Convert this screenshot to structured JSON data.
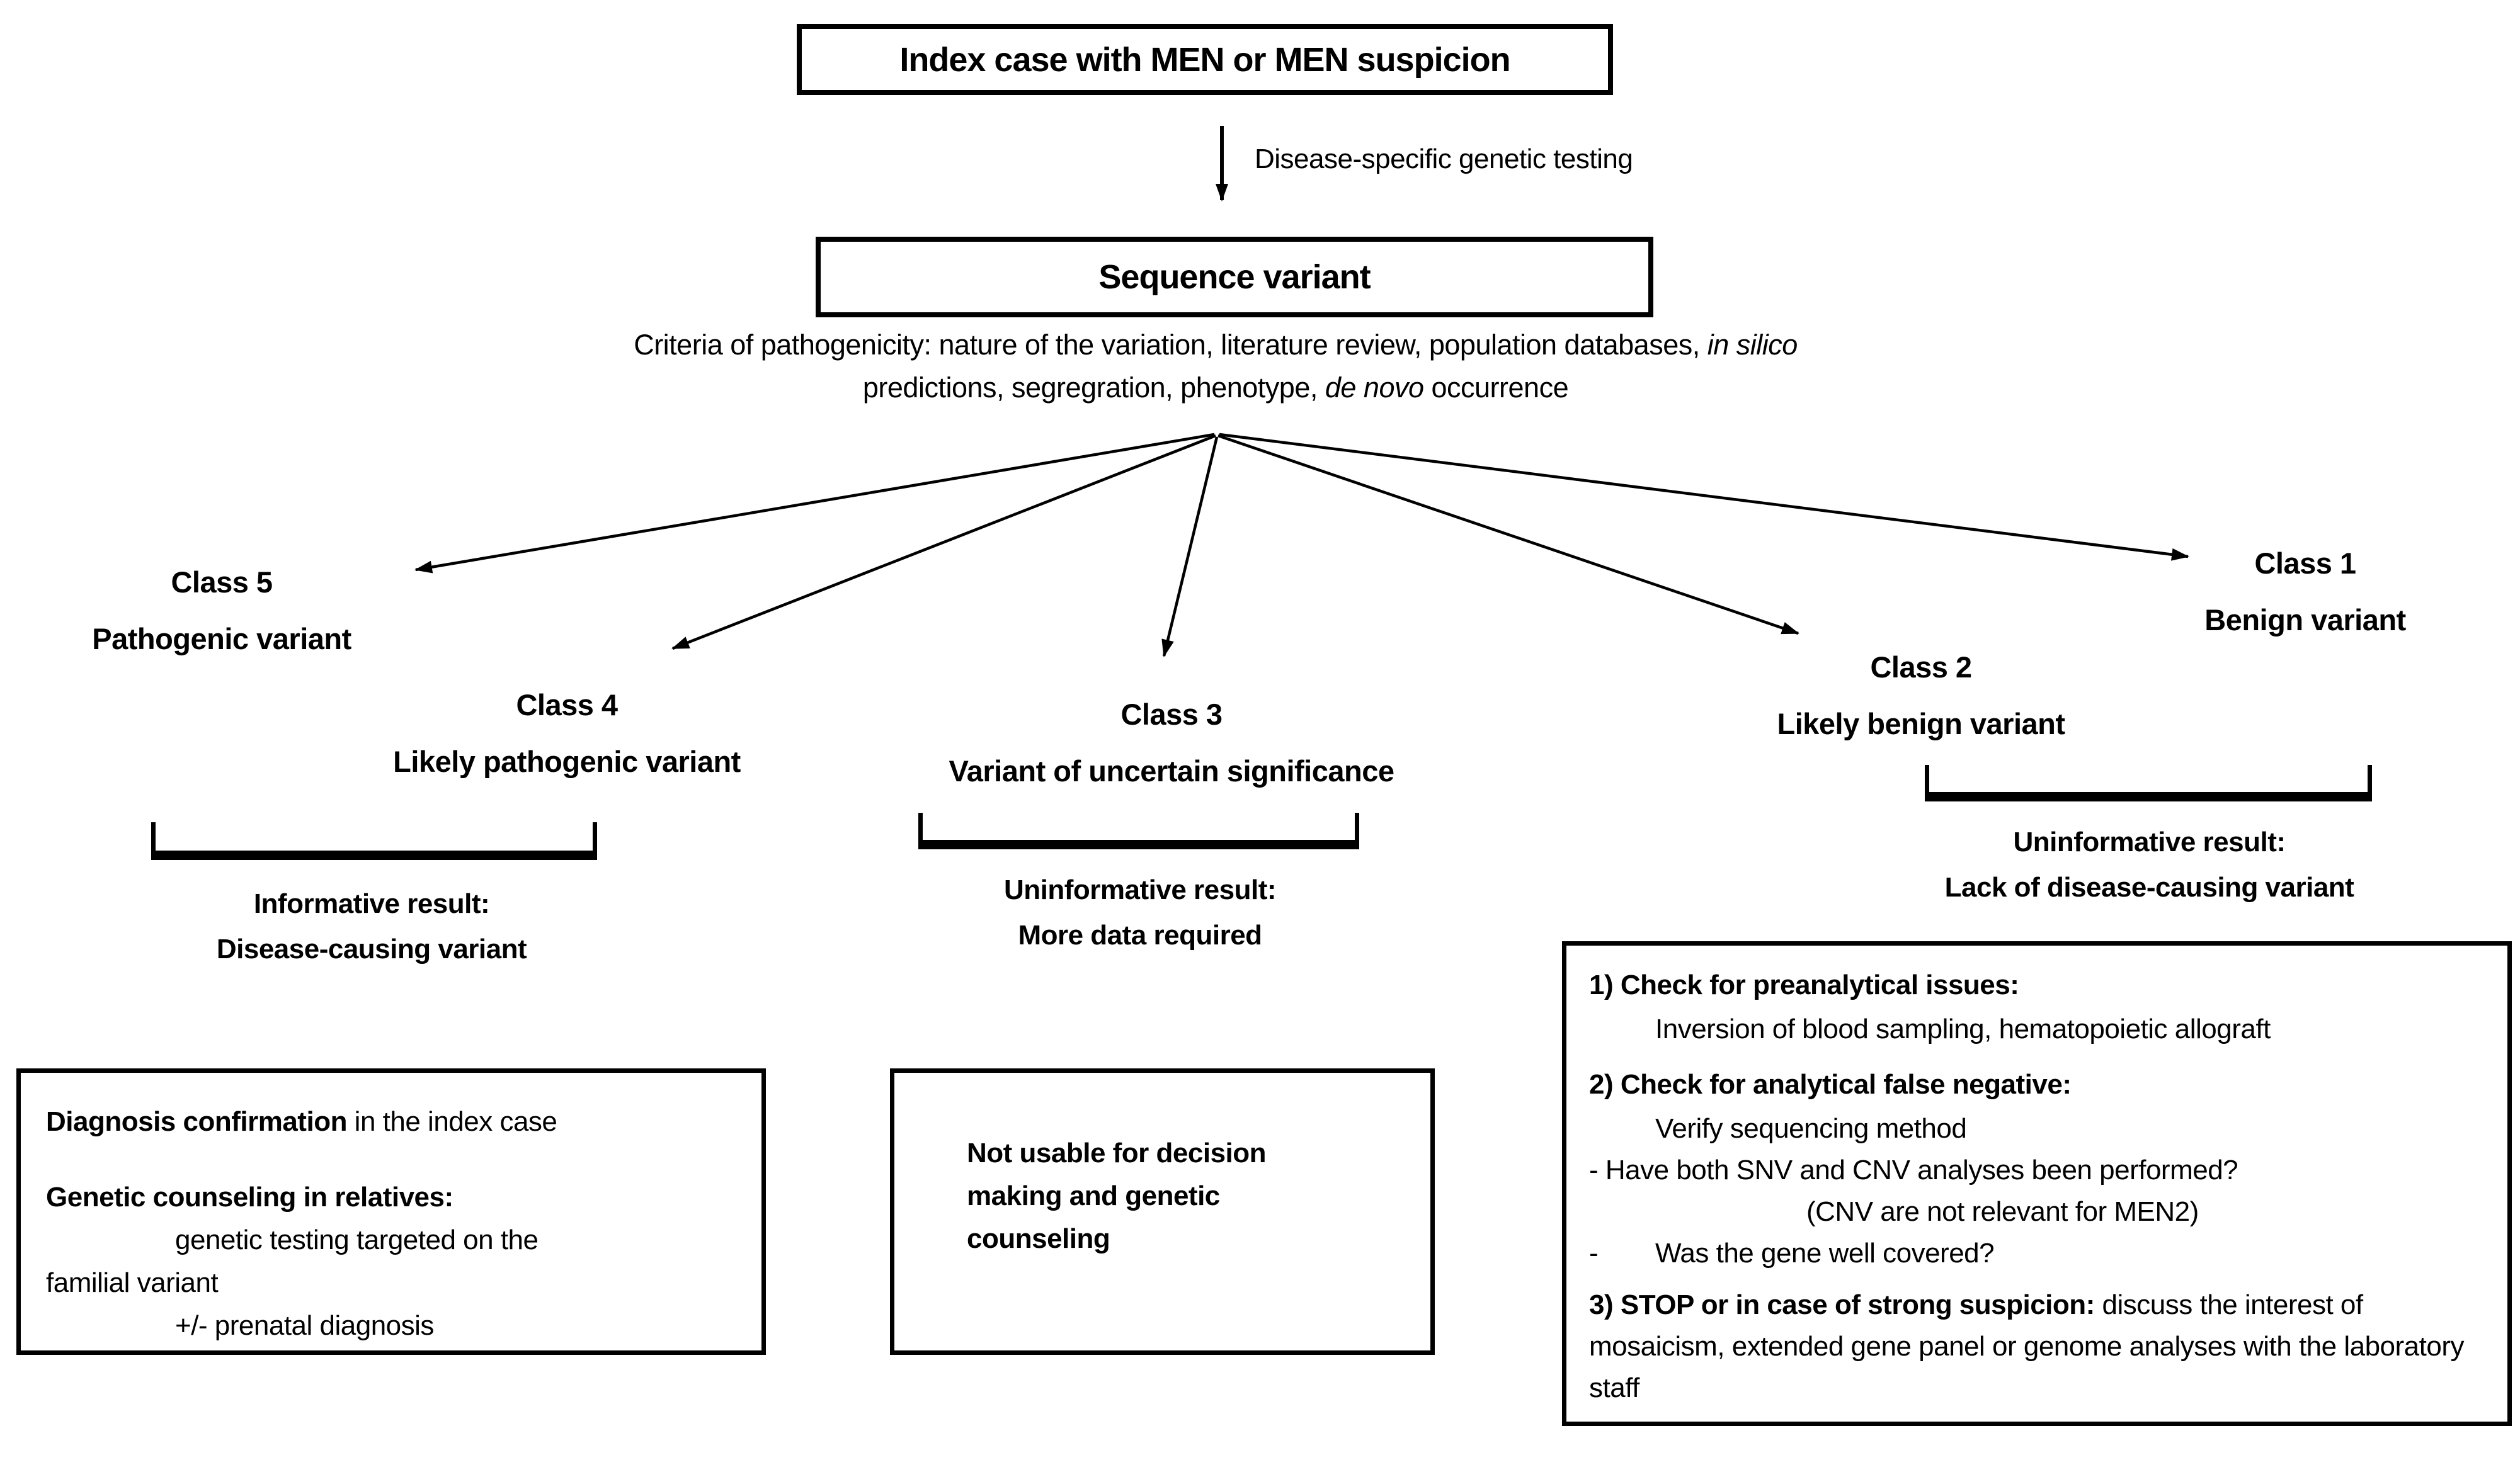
{
  "header_box": {
    "label": "Index case with MEN or MEN suspicion"
  },
  "testing_arrow": {
    "label": "Disease-specific genetic testing"
  },
  "sequence_box": {
    "label": "Sequence variant"
  },
  "criteria": {
    "line1_text": "Criteria of pathogenicity: nature of the variation, literature review, population databases, ",
    "line1_italic": "in silico",
    "line2_pre": "predictions, segregration, phenotype, ",
    "line2_italic": "de novo",
    "line2_post": " occurrence"
  },
  "classes": [
    {
      "title": "Class 5",
      "subtitle": "Pathogenic variant"
    },
    {
      "title": "Class 4",
      "subtitle": "Likely pathogenic variant"
    },
    {
      "title": "Class 3",
      "subtitle": "Variant of uncertain significance"
    },
    {
      "title": "Class 2",
      "subtitle": "Likely benign variant"
    },
    {
      "title": "Class 1",
      "subtitle": "Benign variant"
    }
  ],
  "results": [
    {
      "line1": "Informative result:",
      "line2": "Disease-causing variant"
    },
    {
      "line1": "Uninformative result:",
      "line2": "More data required"
    },
    {
      "line1": "Uninformative result:",
      "line2": "Lack of disease-causing variant"
    }
  ],
  "action_boxes": {
    "informative": {
      "line1_bold": "Diagnosis confirmation",
      "line1_rest": " in the index case",
      "line2_bold": "Genetic counseling in relatives:",
      "line3": "genetic testing targeted on the",
      "line4": "familial variant",
      "line5": "+/- prenatal diagnosis"
    },
    "uninformative_vus": {
      "text": "Not usable for decision making and genetic counseling"
    },
    "uninformative_benign": {
      "item1_bold": "1) Check for preanalytical issues:",
      "item1_detail": "Inversion of blood sampling, hematopoietic allograft",
      "item2_bold": "2) Check for analytical false negative:",
      "item2_detail": "Verify sequencing method",
      "item3": "- Have both SNV and CNV analyses been performed?",
      "item3_note": "(CNV are not relevant for MEN2)",
      "item4_dash": "-",
      "item4_text": "Was the gene well covered?",
      "item5_bold": "3) STOP or in case of strong suspicion:",
      "item5_rest": " discuss the interest of mosaicism, extended gene panel or genome analyses with the laboratory staff"
    }
  },
  "colors": {
    "ink": "#000000",
    "background": "#ffffff"
  }
}
